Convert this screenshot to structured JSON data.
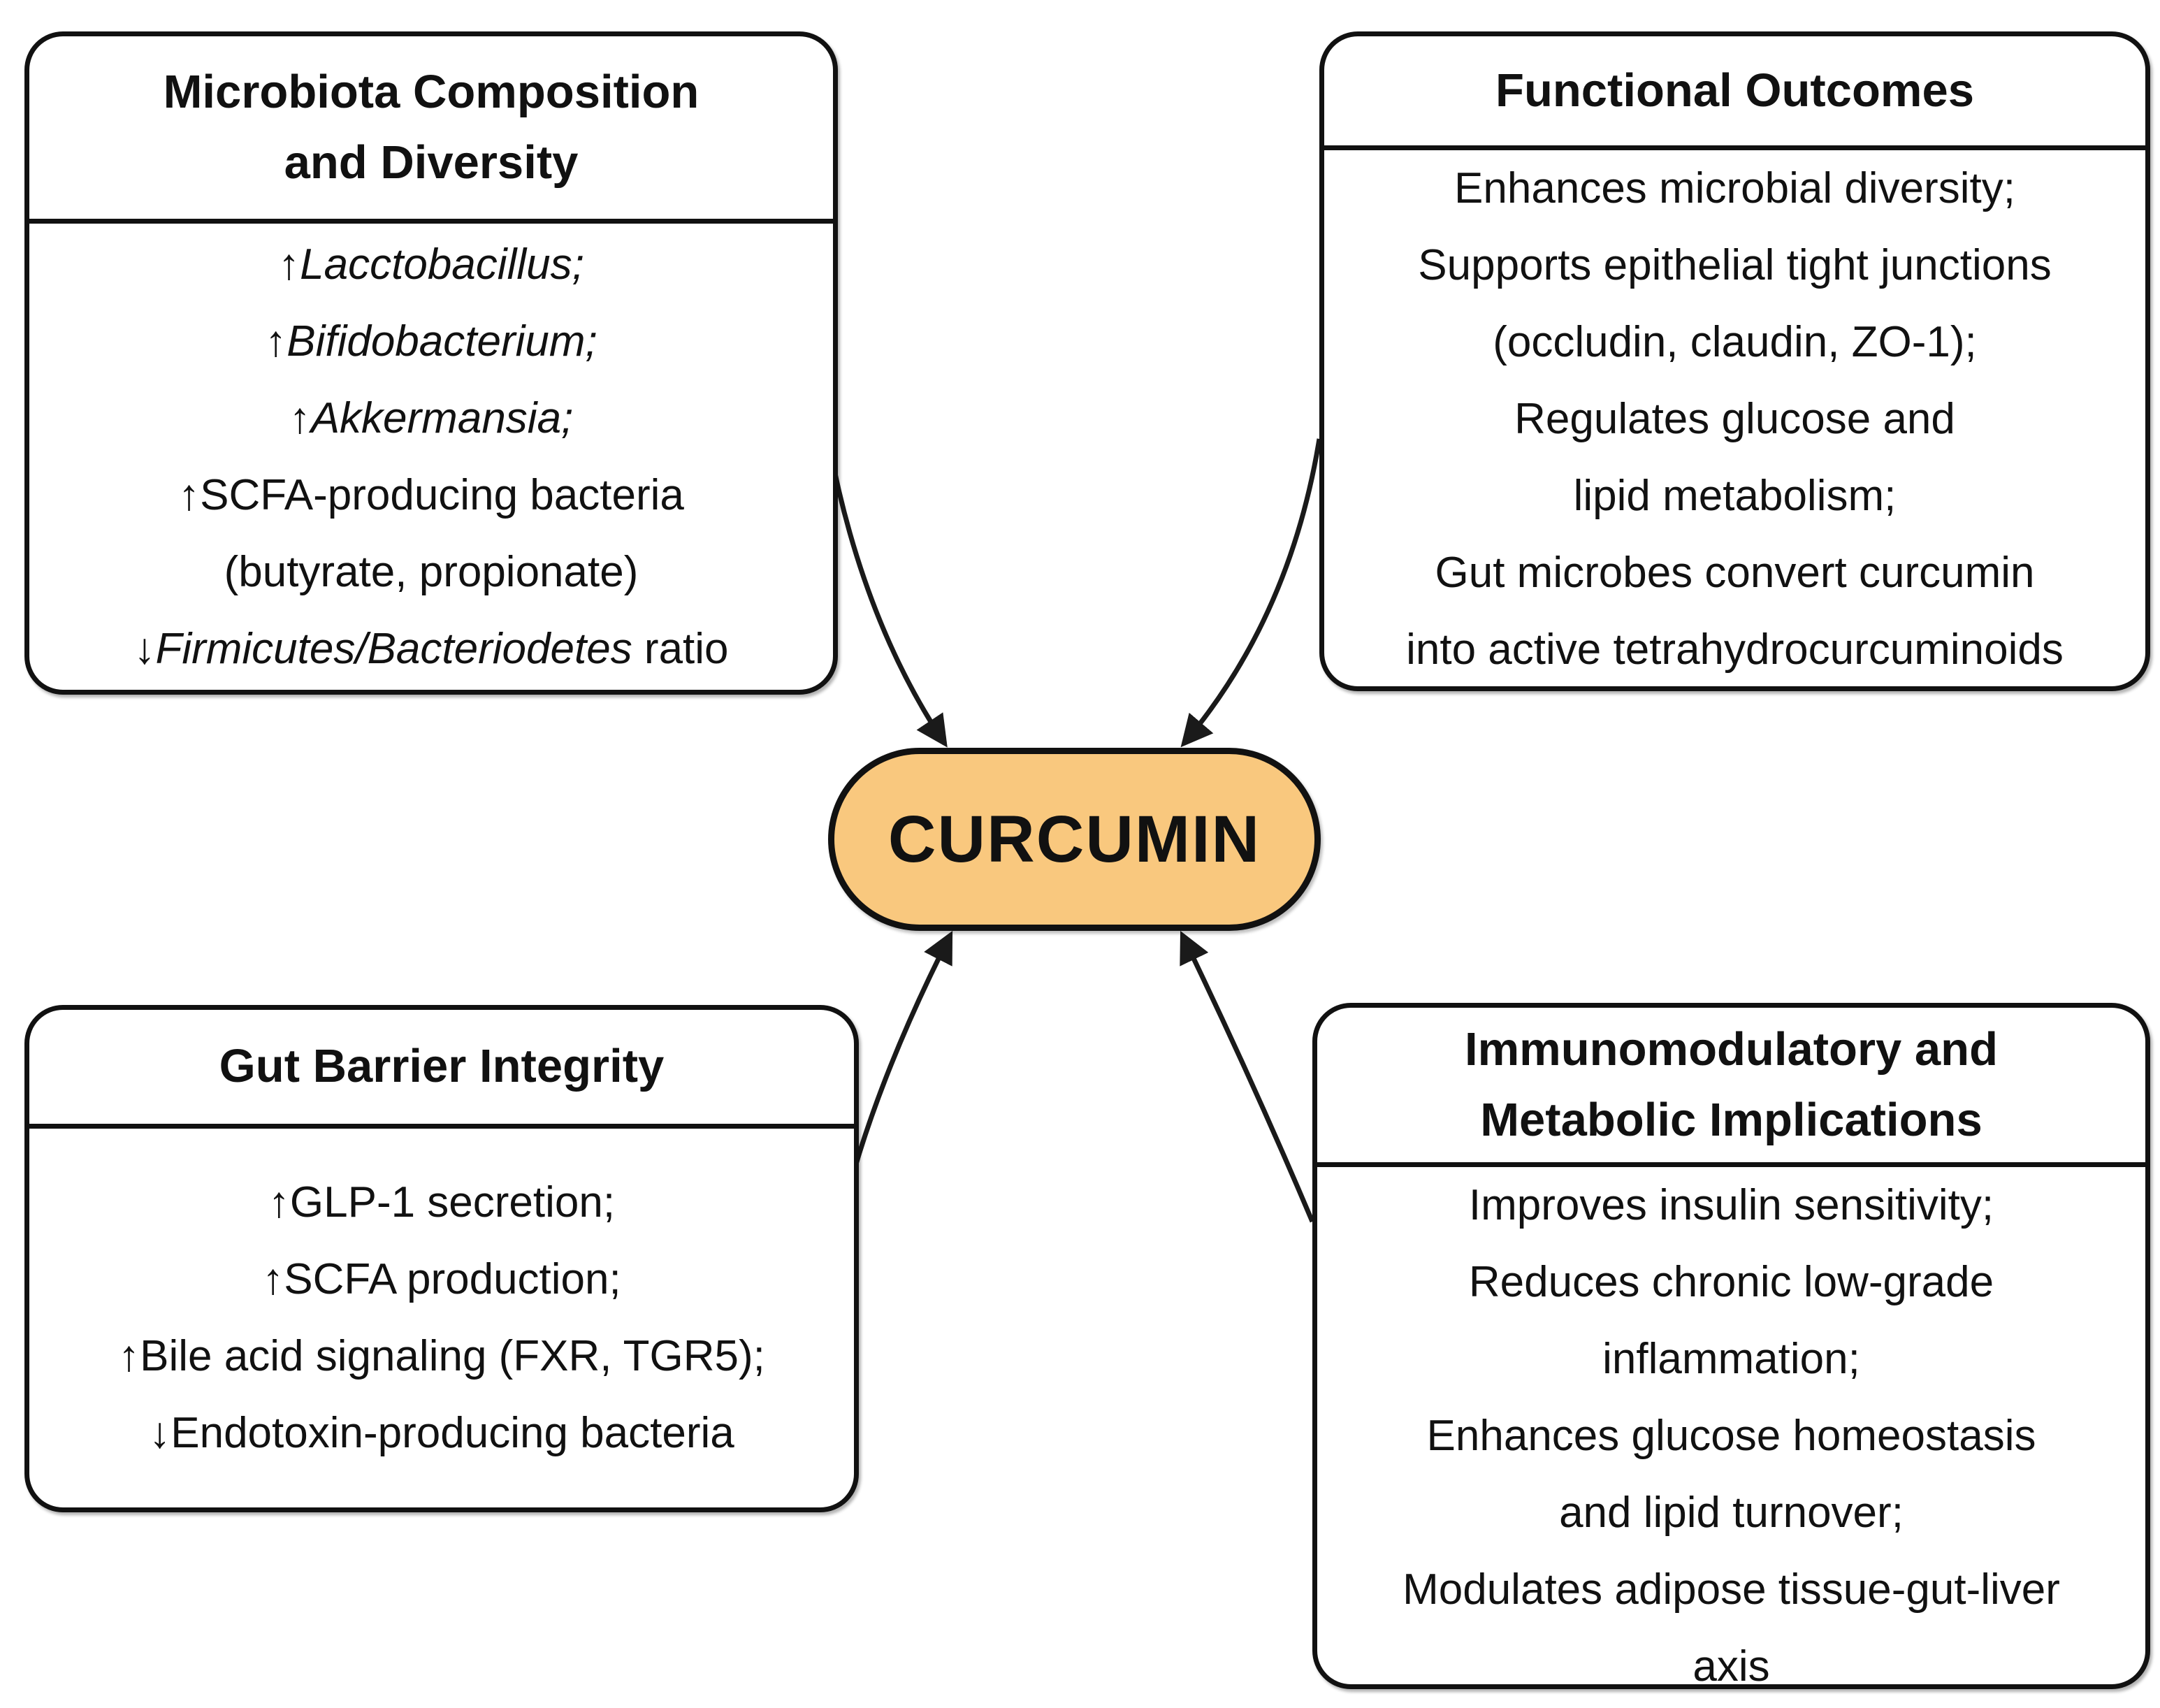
{
  "figure": {
    "center_node": {
      "label": "CURCUMIN"
    },
    "colors": {
      "center_fill": "#F9C87E",
      "stroke": "#111111",
      "background": "#FFFFFF"
    },
    "boxes": [
      {
        "id": "microbiota",
        "title_lines": [
          "Microbiota Composition",
          "and Diversity"
        ],
        "body_lines": [
          [
            {
              "text": "↑"
            },
            {
              "text": "Lacctobacillus;",
              "italic": true
            }
          ],
          [
            {
              "text": "↑"
            },
            {
              "text": "Bifidobacterium;",
              "italic": true
            }
          ],
          [
            {
              "text": "↑"
            },
            {
              "text": "Akkermansia;",
              "italic": true
            }
          ],
          [
            {
              "text": "↑SCFA-producing bacteria"
            }
          ],
          [
            {
              "text": "(butyrate, propionate)"
            }
          ],
          [
            {
              "text": "↓"
            },
            {
              "text": "Firmicutes/Bacteriodetes",
              "italic": true
            },
            {
              "text": " ratio"
            }
          ]
        ]
      },
      {
        "id": "functional-outcomes",
        "title_lines": [
          "Functional Outcomes"
        ],
        "body_lines": [
          [
            {
              "text": "Enhances microbial diversity;"
            }
          ],
          [
            {
              "text": "Supports epithelial tight junctions"
            }
          ],
          [
            {
              "text": "(occludin, claudin, ZO-1);"
            }
          ],
          [
            {
              "text": "Regulates glucose and"
            }
          ],
          [
            {
              "text": "lipid metabolism;"
            }
          ],
          [
            {
              "text": "Gut microbes convert curcumin"
            }
          ],
          [
            {
              "text": "into active tetrahydrocurcuminoids"
            }
          ]
        ]
      },
      {
        "id": "gut-barrier",
        "title_lines": [
          "Gut Barrier Integrity"
        ],
        "body_lines": [
          [
            {
              "text": "↑GLP-1 secretion;"
            }
          ],
          [
            {
              "text": "↑SCFA production;"
            }
          ],
          [
            {
              "text": "↑Bile acid signaling (FXR, TGR5);"
            }
          ],
          [
            {
              "text": "↓Endotoxin-producing bacteria"
            }
          ]
        ]
      },
      {
        "id": "immuno-metabolic",
        "title_lines": [
          "Immunomodulatory and",
          "Metabolic Implications"
        ],
        "body_lines": [
          [
            {
              "text": "Improves insulin sensitivity;"
            }
          ],
          [
            {
              "text": "Reduces chronic low-grade"
            }
          ],
          [
            {
              "text": "inflammation;"
            }
          ],
          [
            {
              "text": "Enhances glucose homeostasis"
            }
          ],
          [
            {
              "text": "and lipid turnover;"
            }
          ],
          [
            {
              "text": "Modulates adipose tissue-gut-liver"
            }
          ],
          [
            {
              "text": "axis"
            }
          ]
        ]
      }
    ],
    "arrows": [
      {
        "from": "microbiota",
        "to": "curcumin"
      },
      {
        "from": "functional-outcomes",
        "to": "curcumin"
      },
      {
        "from": "gut-barrier",
        "to": "curcumin"
      },
      {
        "from": "immuno-metabolic",
        "to": "curcumin"
      }
    ]
  }
}
